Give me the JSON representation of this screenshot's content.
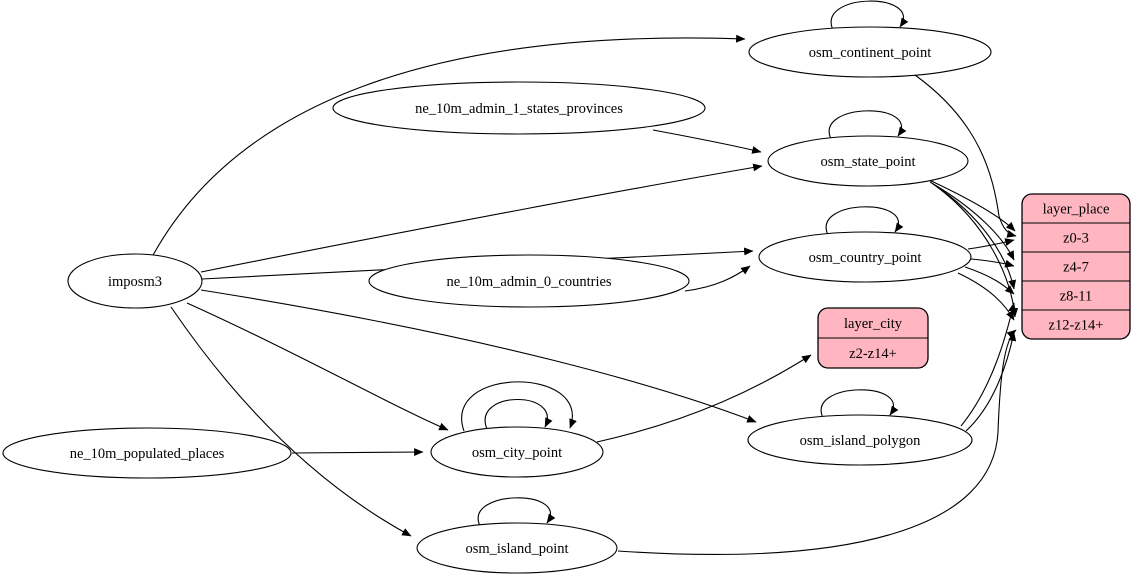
{
  "diagram": {
    "type": "graphviz-etl-flow",
    "background_color": "#ffffff",
    "colors": {
      "table_node_fill": "#ffffff",
      "layer_node_fill": "#ffb6c1",
      "stroke": "#000000",
      "text": "#000000"
    },
    "nodes": [
      {
        "id": "imposm3",
        "kind": "ellipse",
        "label": "imposm3"
      },
      {
        "id": "ne_10m_admin_1_states_provinces",
        "kind": "ellipse",
        "label": "ne_10m_admin_1_states_provinces"
      },
      {
        "id": "ne_10m_admin_0_countries",
        "kind": "ellipse",
        "label": "ne_10m_admin_0_countries"
      },
      {
        "id": "ne_10m_populated_places",
        "kind": "ellipse",
        "label": "ne_10m_populated_places"
      },
      {
        "id": "osm_continent_point",
        "kind": "ellipse",
        "label": "osm_continent_point"
      },
      {
        "id": "osm_state_point",
        "kind": "ellipse",
        "label": "osm_state_point"
      },
      {
        "id": "osm_country_point",
        "kind": "ellipse",
        "label": "osm_country_point"
      },
      {
        "id": "osm_city_point",
        "kind": "ellipse",
        "label": "osm_city_point"
      },
      {
        "id": "osm_island_polygon",
        "kind": "ellipse",
        "label": "osm_island_polygon"
      },
      {
        "id": "osm_island_point",
        "kind": "ellipse",
        "label": "osm_island_point"
      },
      {
        "id": "layer_city",
        "kind": "record",
        "title": "layer_city",
        "rows": [
          "z2-z14+"
        ]
      },
      {
        "id": "layer_place",
        "kind": "record",
        "title": "layer_place",
        "rows": [
          "z0-3",
          "z4-7",
          "z8-11",
          "z12-z14+"
        ]
      }
    ],
    "edges": [
      {
        "from": "imposm3",
        "to": "osm_continent_point"
      },
      {
        "from": "imposm3",
        "to": "osm_state_point"
      },
      {
        "from": "imposm3",
        "to": "osm_country_point"
      },
      {
        "from": "imposm3",
        "to": "osm_city_point"
      },
      {
        "from": "imposm3",
        "to": "osm_island_polygon"
      },
      {
        "from": "imposm3",
        "to": "osm_island_point"
      },
      {
        "from": "ne_10m_admin_1_states_provinces",
        "to": "osm_state_point"
      },
      {
        "from": "ne_10m_admin_0_countries",
        "to": "osm_country_point"
      },
      {
        "from": "ne_10m_populated_places",
        "to": "osm_city_point"
      },
      {
        "from": "osm_continent_point",
        "to": "osm_continent_point"
      },
      {
        "from": "osm_state_point",
        "to": "osm_state_point"
      },
      {
        "from": "osm_country_point",
        "to": "osm_country_point"
      },
      {
        "from": "osm_city_point",
        "to": "osm_city_point"
      },
      {
        "from": "osm_city_point",
        "to": "osm_city_point"
      },
      {
        "from": "osm_island_polygon",
        "to": "osm_island_polygon"
      },
      {
        "from": "osm_island_point",
        "to": "osm_island_point"
      },
      {
        "from": "osm_continent_point",
        "to": "layer_place",
        "row": "z0-3"
      },
      {
        "from": "osm_state_point",
        "to": "layer_place",
        "row": "z0-3"
      },
      {
        "from": "osm_state_point",
        "to": "layer_place",
        "row": "z4-7"
      },
      {
        "from": "osm_state_point",
        "to": "layer_place",
        "row": "z8-11"
      },
      {
        "from": "osm_state_point",
        "to": "layer_place",
        "row": "z12-z14+"
      },
      {
        "from": "osm_country_point",
        "to": "layer_place",
        "row": "z0-3"
      },
      {
        "from": "osm_country_point",
        "to": "layer_place",
        "row": "z4-7"
      },
      {
        "from": "osm_country_point",
        "to": "layer_place",
        "row": "z8-11"
      },
      {
        "from": "osm_country_point",
        "to": "layer_place",
        "row": "z12-z14+"
      },
      {
        "from": "osm_city_point",
        "to": "layer_city",
        "row": "z2-z14+"
      },
      {
        "from": "osm_island_polygon",
        "to": "layer_place",
        "row": "z8-11"
      },
      {
        "from": "osm_island_polygon",
        "to": "layer_place",
        "row": "z12-z14+"
      },
      {
        "from": "osm_island_point",
        "to": "layer_place",
        "row": "z12-z14+"
      }
    ]
  }
}
